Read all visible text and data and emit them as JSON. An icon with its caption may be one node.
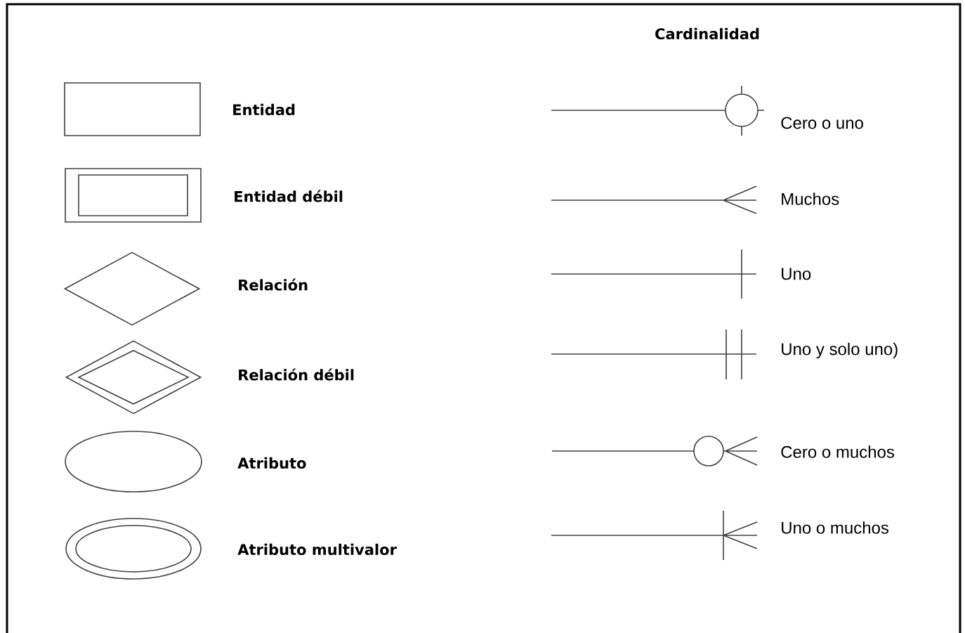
{
  "diagram": {
    "nodes": [
      {
        "text": [],
        "shape": "box",
        "beside": [
          "Entidad"
        ]
      },
      {
        "text": [],
        "shape": "box",
        "beside": [
          "Entidad débil"
        ]
      },
      {
        "text": [],
        "shape": "diamond",
        "beside": [
          "Relación"
        ]
      },
      {
        "text": [],
        "shape": "diamond",
        "beside": [
          "Relación débil"
        ]
      },
      {
        "text": [],
        "shape": "ellipse",
        "beside": [
          "Atributo"
        ]
      },
      {
        "text": [],
        "shape": "ellipse",
        "beside": [
          "Atributo multivalor"
        ]
      }
    ],
    "labels": [
      "Cardinalidad"
    ],
    "legend": [
      {
        "text": "Cero o uno"
      },
      {
        "text": "Muchos"
      },
      {
        "text": "Uno"
      },
      {
        "text": "Uno y solo uno)"
      },
      {
        "text": "Cero o muchos"
      },
      {
        "text": "Uno o muchos"
      }
    ]
  }
}
